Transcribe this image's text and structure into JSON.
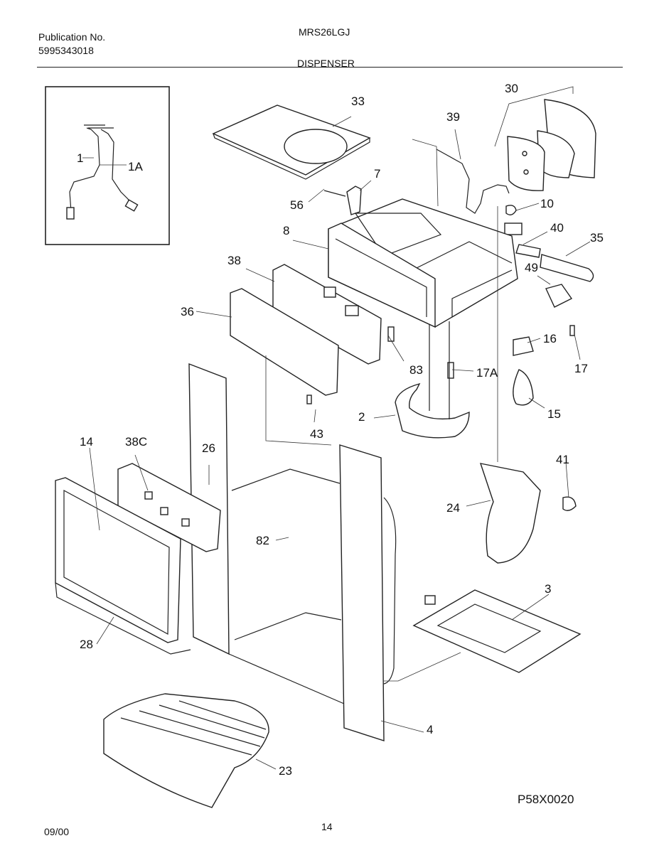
{
  "header": {
    "publication_label": "Publication No.",
    "publication_number": "5995343018",
    "model": "MRS26LGJ",
    "section": "DISPENSER"
  },
  "footer": {
    "date": "09/00",
    "page_number": "14",
    "figure_code": "P58X0020"
  },
  "callouts": [
    "1",
    "1A",
    "2",
    "3",
    "4",
    "7",
    "8",
    "10",
    "14",
    "15",
    "16",
    "17",
    "17A",
    "23",
    "24",
    "26",
    "28",
    "30",
    "33",
    "35",
    "36",
    "38",
    "38C",
    "39",
    "40",
    "41",
    "43",
    "49",
    "56",
    "82",
    "83"
  ]
}
